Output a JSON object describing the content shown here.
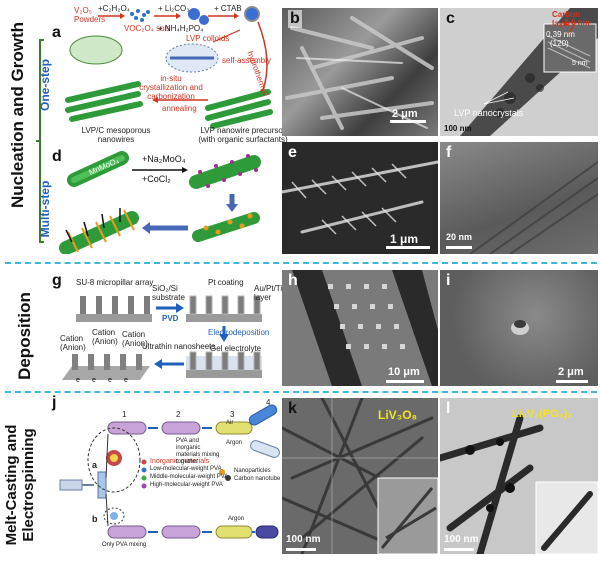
{
  "sections": {
    "nucleation": "Nucleation and Growth",
    "one_step": "One-step",
    "multi_step": "Multi-step",
    "deposition": "Deposition",
    "melt": "Melt-Casting and Electrospinning"
  },
  "panel_a": {
    "letter": "a",
    "v2o5": "V₂O₅ Powders",
    "c2h2o4": "+C₂H₂O₄",
    "voc": "VOC₂O₄ sols",
    "li2co3": "+ Li₂CO₃",
    "nh4": "+ NH₄H₂PO₄",
    "lvp_colloids": "LVP colloids",
    "ctab": "+ CTAB",
    "self_assembly": "self-assembly",
    "hydrothermal": "hydrothermal",
    "insitu": "in-situ crystallization and carbonization",
    "annealing": "annealing",
    "lvpc": "LVP/C mesoporous nanowires",
    "precursor": "LVP nanowire precursor (with organic surfactants)"
  },
  "panel_b": {
    "letter": "b",
    "scale": "2 μm"
  },
  "panel_c": {
    "letter": "c",
    "carbon_layer": "Carbon layer",
    "carbon_nm": "2-6 nm",
    "spacing": "0.39 nm",
    "plane": "(120)",
    "inset_scale": "5 nm",
    "label": "LVP nanocrystals",
    "scale": "100 nm"
  },
  "panel_d": {
    "letter": "d",
    "mnmoo4": "MnMoO₄",
    "na2moo4": "+Na₂MoO₄",
    "cocl2": "+CoCl₂"
  },
  "panel_e": {
    "letter": "e",
    "scale": "1 μm"
  },
  "panel_f": {
    "letter": "f",
    "scale": "20 nm"
  },
  "panel_g": {
    "letter": "g",
    "su8": "SU-8 micropillar array",
    "sio2": "SiO₂/Si substrate",
    "pt": "Pt coating",
    "aupt": "Au/Pt/Ti layer",
    "pvd": "PVD",
    "electro": "Electrodeposition",
    "cation1": "Cation (Anion)",
    "cation2": "Cation (Anion)",
    "cation3": "Cation (Anion)",
    "ultrathin": "Ultrathin nanosheets",
    "gel": "Gel electrolyte"
  },
  "panel_h": {
    "letter": "h",
    "scale": "10 μm"
  },
  "panel_i": {
    "letter": "i",
    "scale": "2 μm"
  },
  "panel_j": {
    "letter": "j",
    "step1": "1",
    "step2": "2",
    "step3": "3",
    "step4": "4",
    "a": "a",
    "b": "b",
    "inorganic": "Inorganic materials",
    "low": "Low-molecular-weight PVA",
    "mid": "Middle-molecular-weight PVA",
    "high": "High-molecular-weight PVA",
    "pva_note": "PVA and inorganic materials mixing together",
    "air": "Air",
    "argon1": "Argon",
    "argon2": "Argon",
    "nanoparticles": "Nanoparticles",
    "carbon_nanotube": "Carbon nanotube",
    "only_pva": "Only PVA mixing"
  },
  "panel_k": {
    "letter": "k",
    "formula": "LiV₃O₈",
    "scale": "100 nm"
  },
  "panel_l": {
    "letter": "l",
    "formula": "Li₃V₂(PO₄)₃",
    "scale": "100 nm"
  },
  "colors": {
    "divider": "#3db6e0",
    "accent_red": "#d0341e",
    "accent_blue": "#1f5fbf",
    "nanowire_green": "#2e9a3a"
  }
}
